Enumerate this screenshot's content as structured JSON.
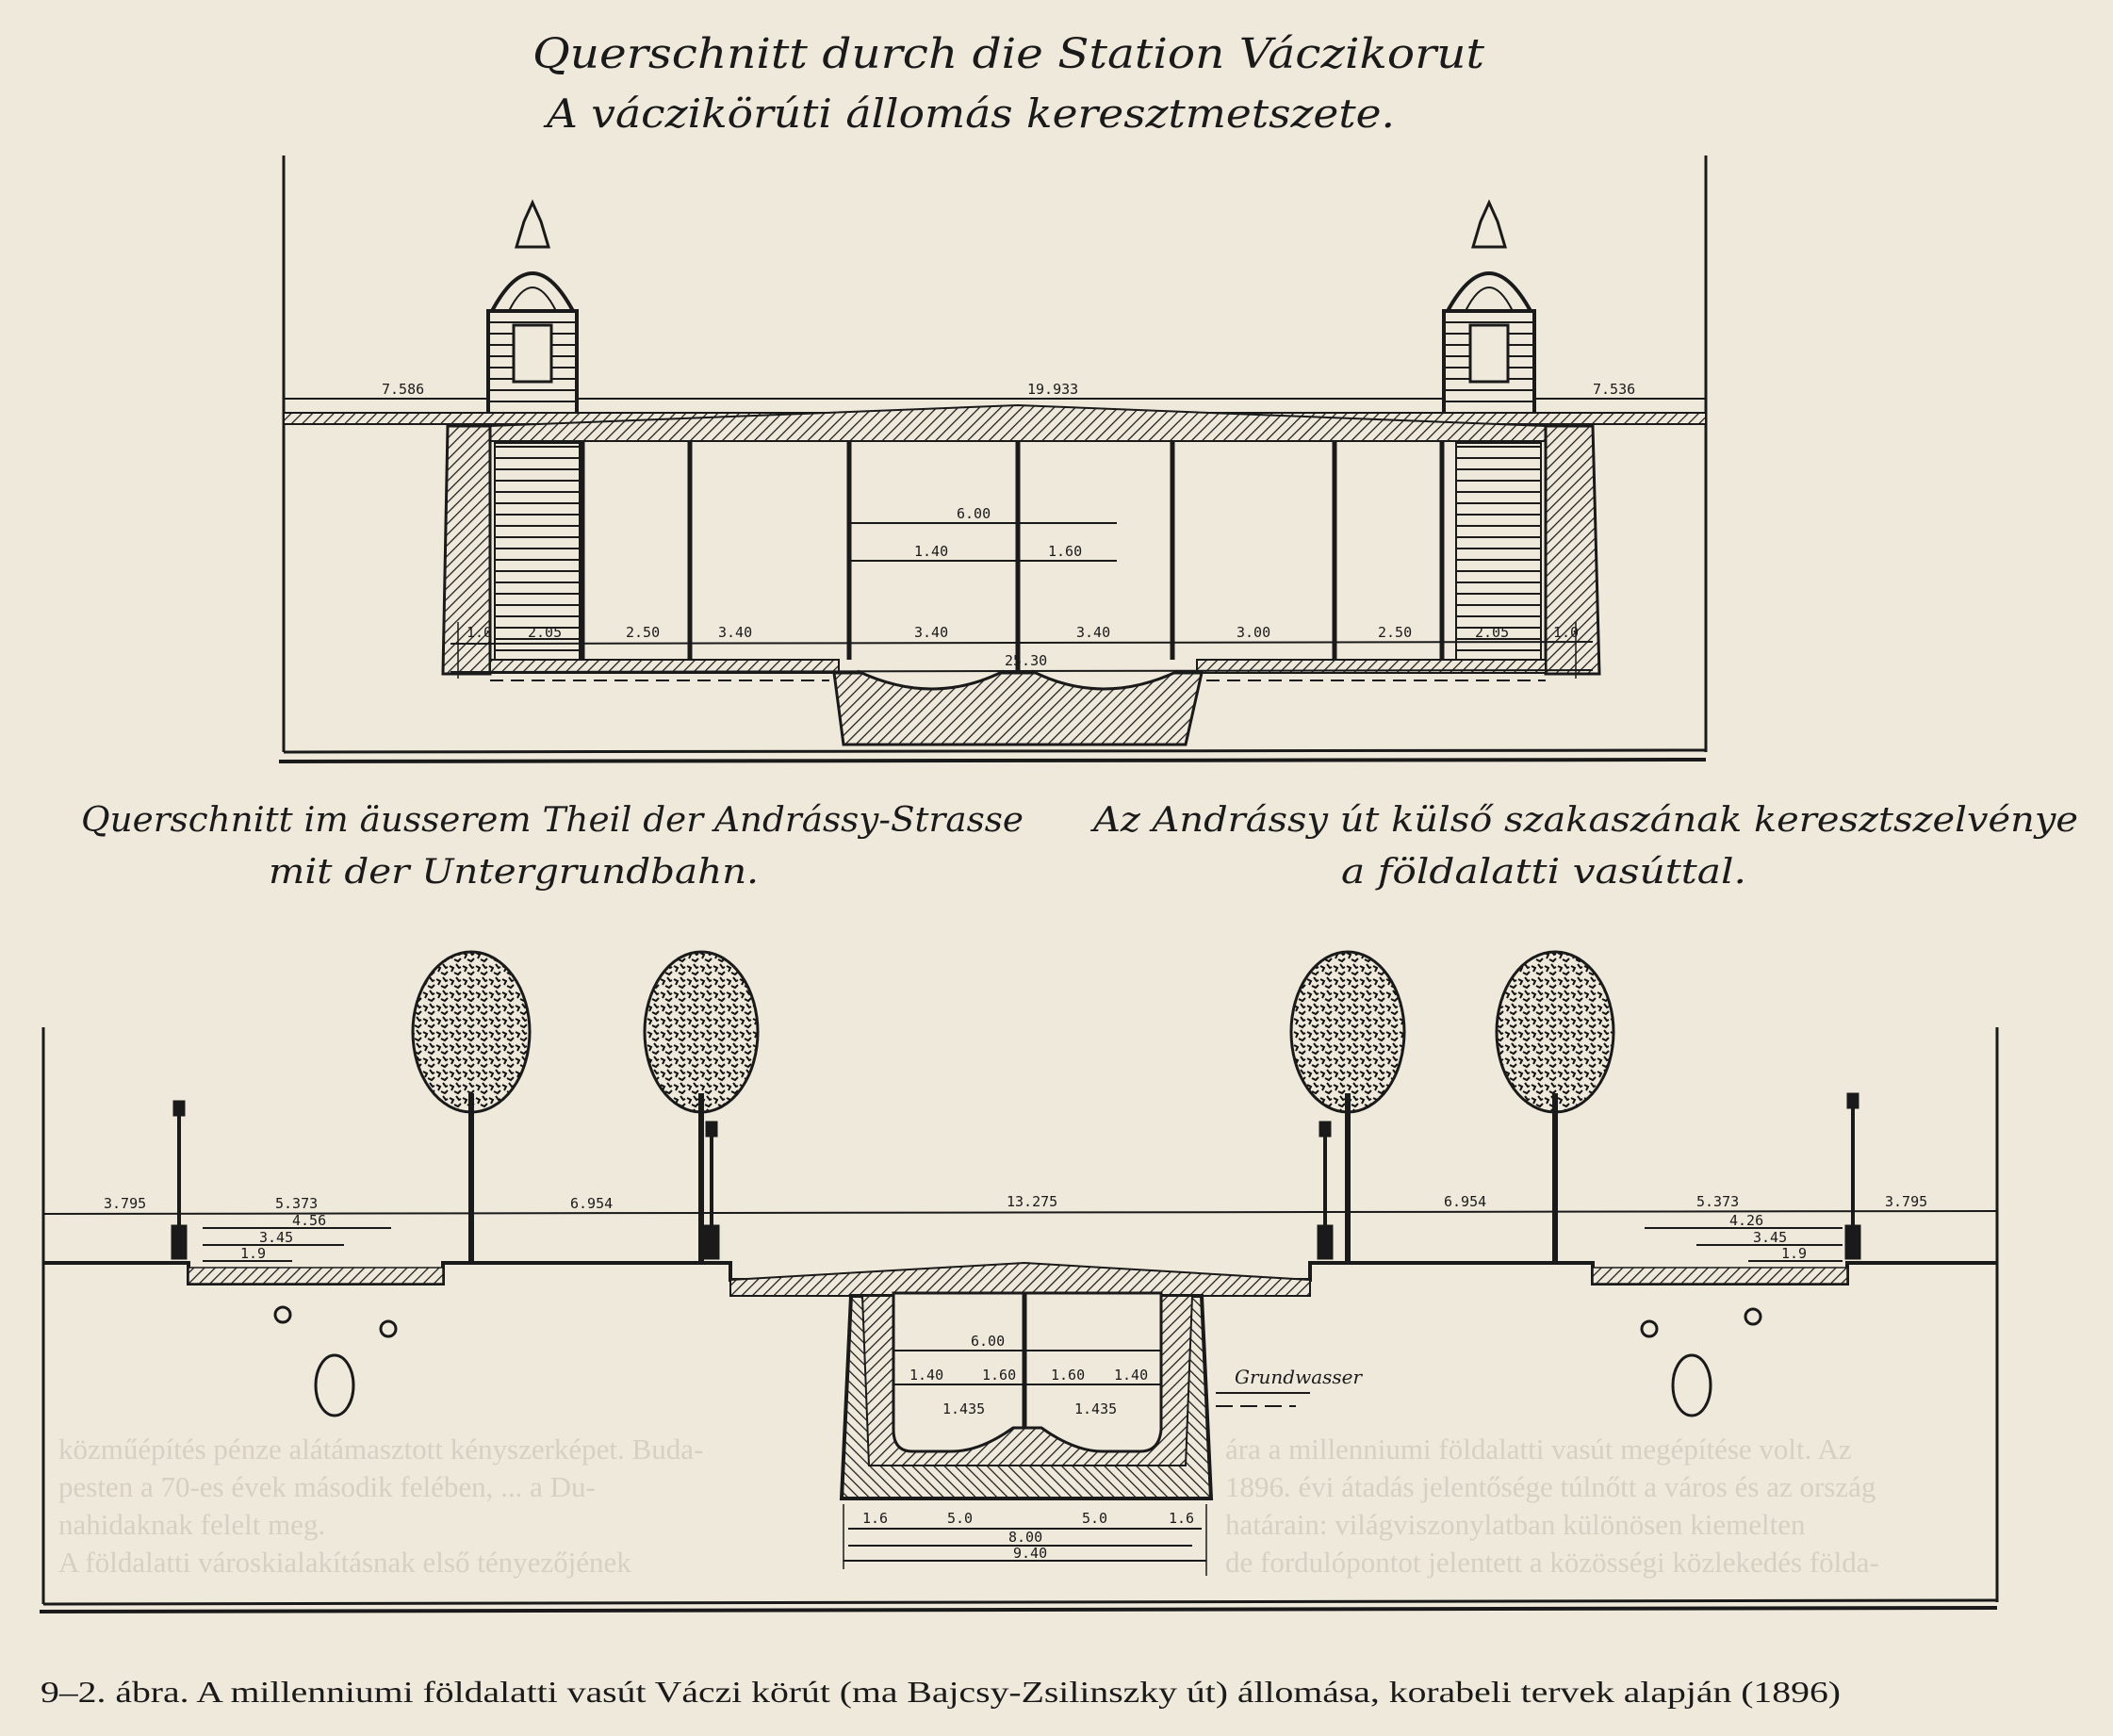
{
  "bleed_through_text": [
    "közműépítés pénze alátámasztott kényszerképet. Buda-",
    "pesten a 70-es évek második felében, ... a Du-",
    "nahidaknak felelt meg.",
    "A földalatti városkialakításnak első tényezőjének",
    "ára a millenniumi földalatti vasút megépítése volt. Az",
    "1896. évi átadás jelentősége túlnőtt a város és az ország",
    "határain: világviszonylatban különösen kiemelten",
    "de fordulópontot jelentett a közösségi közlekedés földa-"
  ],
  "top_drawing": {
    "title_de": "Querschnitt durch die Station Váczikorut",
    "title_hu": "A váczikörúti állomás keresztmetszete.",
    "top_dims": [
      "7.586",
      "19.933",
      "7.536"
    ],
    "bay_dims": [
      "1.0",
      "2.05",
      "2.50",
      "3.40",
      "3.40",
      "3.40",
      "3.00",
      "2.50",
      "2.05",
      "1.0"
    ],
    "total_width": "25.30",
    "inner_dims": {
      "height": "6.00",
      "left": "1.40",
      "right": "1.60"
    }
  },
  "bottom_drawing": {
    "title_de_1": "Querschnitt im äusserem Theil der Andrássy-Strasse",
    "title_de_2": "mit der Untergrundbahn.",
    "title_hu_1": "Az Andrássy út külső szakaszának keresztszelvénye",
    "title_hu_2": "a földalatti vasúttal.",
    "street_dims": [
      "3.795",
      "5.373",
      "6.954",
      "13.275",
      "6.954",
      "5.373",
      "3.795"
    ],
    "left_sub_dims": [
      "4.56",
      "3.45",
      "1.9"
    ],
    "right_sub_dims": [
      "4.26",
      "3.45",
      "1.9"
    ],
    "tunnel_dims": {
      "height": "6.00",
      "row": [
        "1.40",
        "1.60",
        "1.60",
        "1.40"
      ],
      "gauge": [
        "1.435",
        "1.435"
      ],
      "base": [
        "1.6",
        "5.0",
        "5.0",
        "1.6"
      ],
      "inner_width": "8.00",
      "outer_width": "9.40"
    },
    "groundwater_label": "Grundwasser"
  },
  "caption": "9–2. ábra. A millenniumi földalatti  vasút Váczi körút (ma Bajcsy-Zsilinszky út) állomása, korabeli tervek alapján (1896)"
}
